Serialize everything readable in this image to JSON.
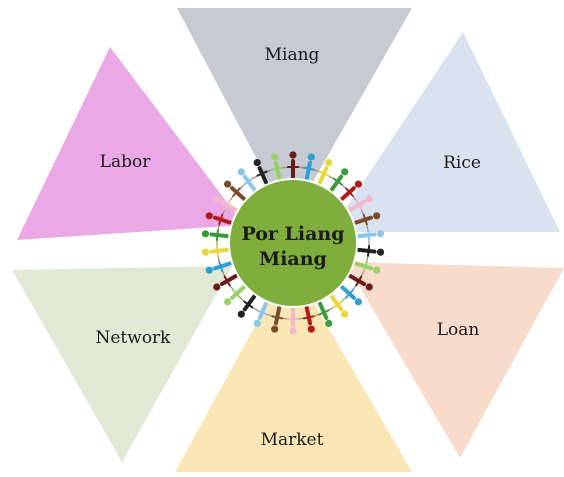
{
  "center": {
    "line1": "Por Liang",
    "line2": "Miang",
    "color": "#7fae3c"
  },
  "segments": [
    {
      "key": "miang",
      "label": "Miang",
      "color": "#c5cad3"
    },
    {
      "key": "rice",
      "label": "Rice",
      "color": "#d9e3f0"
    },
    {
      "key": "loan",
      "label": "Loan",
      "color": "#f8dccb"
    },
    {
      "key": "market",
      "label": "Market",
      "color": "#fbe6b6"
    },
    {
      "key": "network",
      "label": "Network",
      "color": "#dfe9d3"
    },
    {
      "key": "labor",
      "label": "Labor",
      "color": "#eaa9e6"
    }
  ],
  "ring": {
    "figure_count": 30,
    "figure_colors": [
      "#6b1a1a",
      "#2f9fd1",
      "#e7d73c",
      "#3a9a3a",
      "#b01c1c",
      "#f2b7c9",
      "#7a4b2a",
      "#8cc6e8",
      "#222222",
      "#9ad06a"
    ]
  }
}
